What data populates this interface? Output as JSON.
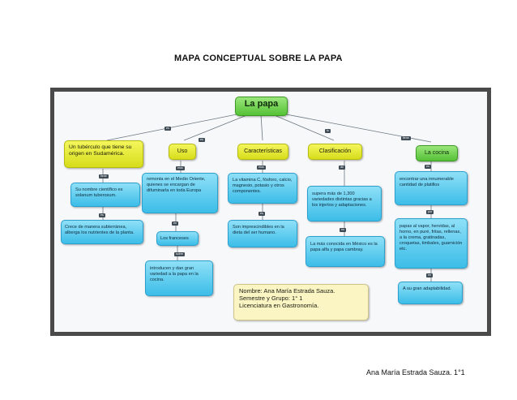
{
  "document": {
    "title": "MAPA CONCEPTUAL SOBRE LA PAPA",
    "footer": "Ana María Estrada Sauza. 1°1"
  },
  "map": {
    "root": "La papa",
    "branches": [
      {
        "label": "Un tubérculo que tiene su origen en Sudamérica.",
        "color": "yellow"
      },
      {
        "label": "Uso",
        "color": "yellow"
      },
      {
        "label": "Características",
        "color": "yellow"
      },
      {
        "label": "Clasificación",
        "color": "yellow"
      },
      {
        "label": "La cocina",
        "color": "green"
      }
    ],
    "concepts": {
      "origin_1": "Su nombre científico es solanum tuberosum.",
      "origin_2": "Crece de manera subterránea, alberga los nutrientes de la planta.",
      "uso_1": "remonta en el Medio Oriente, quienes se encargan de difuminarla en toda Europa",
      "uso_2": "Los franceses",
      "uso_3": "introducen y dan gran variedad a la papa en la cocina.",
      "car_1": "La vitamina C, fósforo, calcio, magnesio, potasio y otros componentes.",
      "car_2": "Son imprescindibles en la dieta del ser humano.",
      "cla_1": "supera más de 1,300 variedades distintas gracias a los injertos y adaptaciones.",
      "cla_2": "La más conocida en México es la papa alfa y papa cambray.",
      "coc_1": "encontrar una innumerable cantidad de platillos",
      "coc_2": "papas al vapor, hervidas, al horno, en puré, fritas, rellenas, a la crema, gratinadas, croquetas, timbales, guarnición etc.",
      "coc_3": "A su gran adaptabilidad."
    },
    "link_tags": {
      "root": "  ",
      "t1": "es",
      "t2": "es",
      "t3": "lo",
      "t4": "tiene",
      "t5": "tiene",
      "t6": "es",
      "t7": "esto",
      "t8": "en",
      "t9": "sobre",
      "t10": "esto",
      "t11": "es",
      "t12": "de",
      "t13": "en",
      "t14": "en",
      "t15": "por",
      "t16": "en"
    },
    "info_box": {
      "line1": "Nombre: Ana María Estrada Sauza.",
      "line2": "Semestre y Grupo: 1° 1",
      "line3": "Licenciatura en Gastronomía."
    }
  }
}
